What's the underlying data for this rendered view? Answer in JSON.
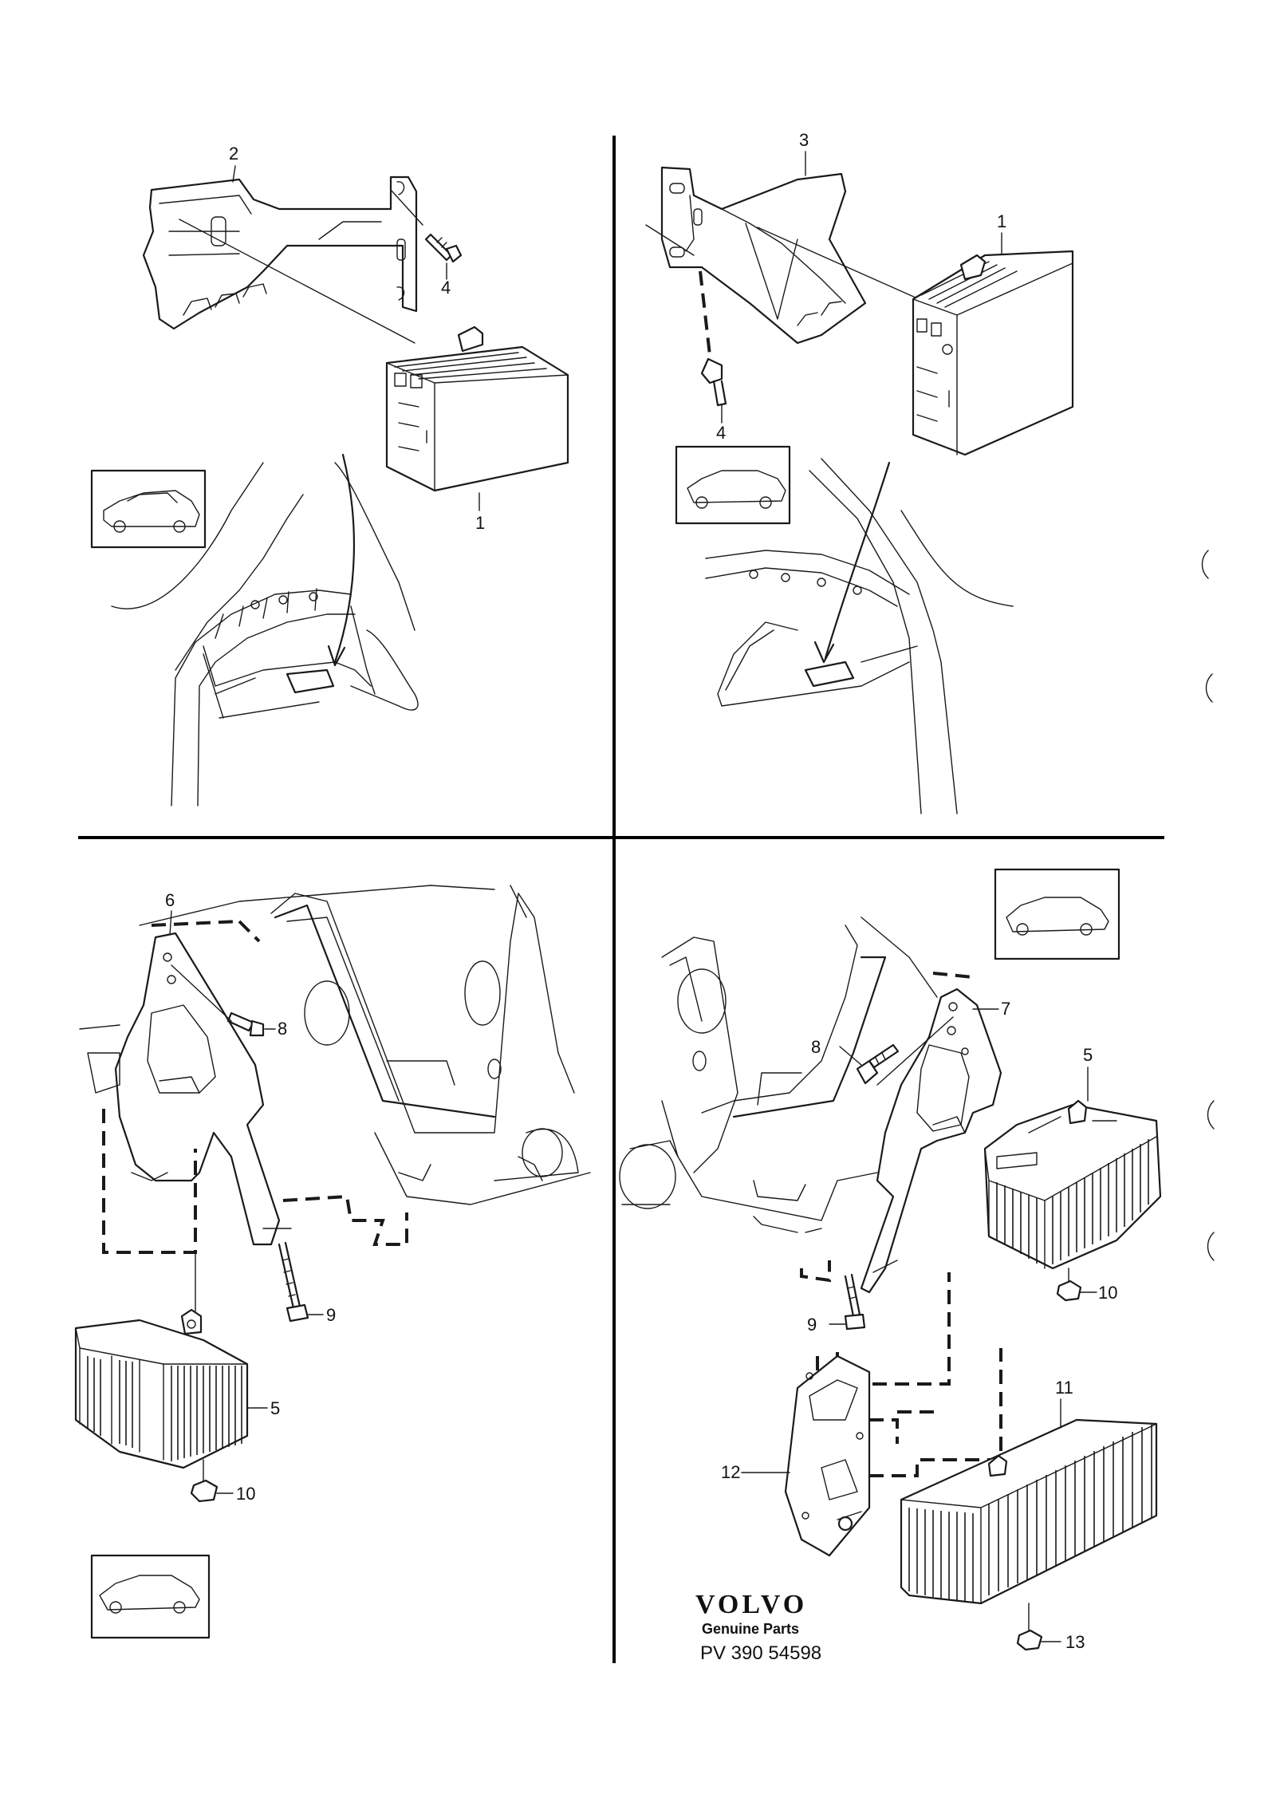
{
  "callouts": {
    "q1": {
      "bracket": "2",
      "bolt": "4",
      "unit": "1"
    },
    "q2": {
      "bracket": "3",
      "unit": "1",
      "bolt": "4"
    },
    "q3": {
      "bracket": "6",
      "bolt": "8",
      "screw": "9",
      "unit": "5",
      "nut": "10"
    },
    "q4": {
      "bracket": "7",
      "bolt": "8",
      "unit": "5",
      "nut": "10",
      "screw": "9",
      "unit_large": "11",
      "plate": "12",
      "nut_large": "13"
    }
  },
  "branding": {
    "logo": "VOLVO",
    "subtitle": "Genuine Parts",
    "code": "PV 390 54598"
  },
  "icons": [
    "car-silhouette-icon",
    "car-silhouette-icon",
    "car-silhouette-icon",
    "car-silhouette-icon"
  ],
  "colors": {
    "ink": "#1a1a1a",
    "paper": "#ffffff"
  }
}
